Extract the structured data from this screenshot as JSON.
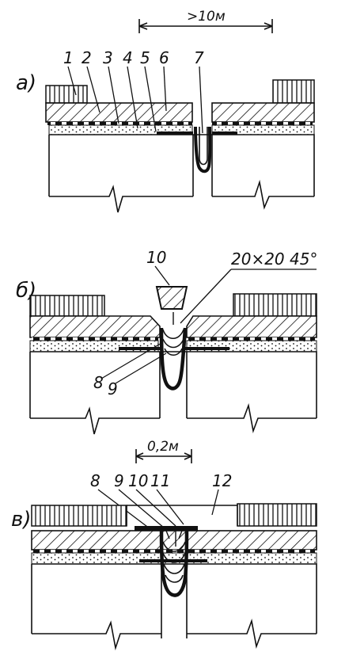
{
  "panels": [
    {
      "id": "a",
      "label": "а)",
      "dimension": ">10м",
      "callouts": [
        "1",
        "2",
        "3",
        "4",
        "5",
        "6",
        "7"
      ]
    },
    {
      "id": "b",
      "label": "б)",
      "chamfer_note": "20×20 45°",
      "callouts": [
        "10",
        "8",
        "9"
      ]
    },
    {
      "id": "c",
      "label": "в)",
      "dimension": "0,2м",
      "callouts": [
        "8",
        "9",
        "10",
        "11",
        "12"
      ]
    }
  ],
  "colors": {
    "ink": "#111111",
    "paper": "#ffffff"
  }
}
